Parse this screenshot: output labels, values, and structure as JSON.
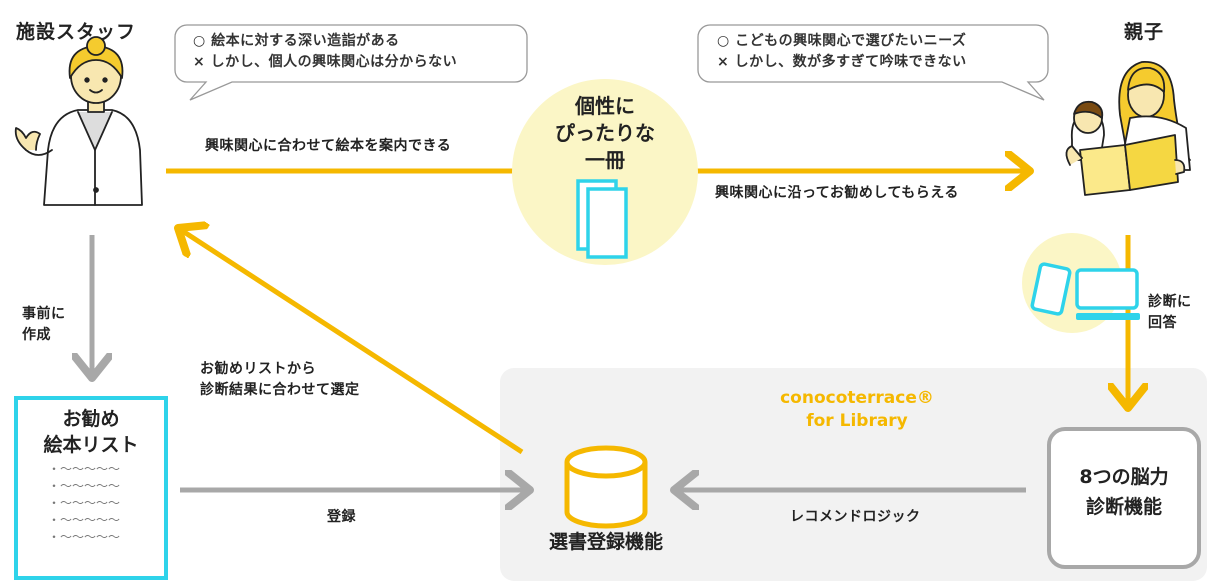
{
  "staff": {
    "title": "施設スタッフ",
    "bubble": [
      "○ 絵本に対する深い造詣がある",
      "× しかし、個人の興味関心は分からない"
    ]
  },
  "parent": {
    "title": "親子",
    "bubble": [
      "○ こどもの興味関心で選びたいニーズ",
      "× しかし、数が多すぎて吟味できない"
    ]
  },
  "center": {
    "line1": "個性に",
    "line2": "ぴったりな",
    "line3": "一冊"
  },
  "arrows": {
    "guide": "興味関心に合わせて絵本を案内できる",
    "recommend": "興味関心に沿ってお勧めしてもらえる",
    "prepare": [
      "事前に",
      "作成"
    ],
    "answer": [
      "診断に",
      "回答"
    ],
    "select": [
      "お勧めリストから",
      "診断結果に合わせて選定"
    ],
    "register": "登録",
    "logic": "レコメンドロジック"
  },
  "list_box": {
    "title_line1": "お勧め",
    "title_line2": "絵本リスト",
    "items": [
      "・〜〜〜〜〜",
      "・〜〜〜〜〜",
      "・〜〜〜〜〜",
      "・〜〜〜〜〜",
      "・〜〜〜〜〜"
    ]
  },
  "brand": {
    "name": "conocoterrace®",
    "sub": "for Library"
  },
  "db": {
    "label": "選書登録機能"
  },
  "diagnosis": {
    "line1": "8つの脳力",
    "line2": "診断機能"
  },
  "colors": {
    "yellow": "#f5b800",
    "gray": "#a8a8a8",
    "cyan": "#2ed3ea",
    "pale_yellow": "#fbf6c6",
    "panel": "#f2f2f2"
  }
}
